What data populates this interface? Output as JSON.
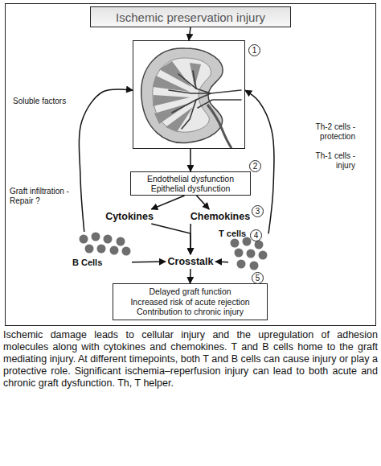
{
  "diagram": {
    "caption": "Ischemic damage leads to cellular injury and the upregulation of adhesion molecules along with cytokines and chemokines. T and B cells home to the graft mediating injury. At different timepoints, both T and B cells can cause injury or play a protective role. Significant ischemia–reperfusion injury can lead to both acute and chronic graft dysfunction. Th, T helper.",
    "nodes": [
      {
        "text": [
          "Ischemic preservation injury"
        ]
      },
      {
        "text": [
          "1"
        ]
      },
      {
        "text": [
          "Endothelial dysfunction",
          "Epithelial dysfunction"
        ]
      },
      {
        "text": [
          "Cytokines"
        ]
      },
      {
        "text": [
          "Chemokines"
        ]
      },
      {
        "text": [
          "B Cells"
        ]
      },
      {
        "text": [
          "Crosstalk"
        ]
      },
      {
        "text": [
          "T cells"
        ]
      },
      {
        "text": [
          "Delayed graft function",
          "Increased risk of acute rejection",
          "Contribution to chronic injury"
        ]
      }
    ],
    "edges": [
      {
        "from": 0,
        "to": 1,
        "arrow": "to"
      },
      {
        "from": 1,
        "to": 2,
        "arrow": "to"
      },
      {
        "from": 2,
        "to": 3,
        "arrow": "to"
      },
      {
        "from": 2,
        "to": 4,
        "arrow": "to"
      },
      {
        "from": 3,
        "to": 6,
        "arrow": "to"
      },
      {
        "from": 4,
        "to": 6,
        "arrow": "to"
      },
      {
        "from": 5,
        "to": 6,
        "arrow": "to"
      },
      {
        "from": 7,
        "to": 6,
        "arrow": "to"
      },
      {
        "from": 6,
        "to": 8,
        "arrow": "to"
      },
      {
        "from": 5,
        "to": 1,
        "label": "Soluble factors",
        "arrow": "to"
      },
      {
        "from": 7,
        "to": 1,
        "label": "Th-2 cells - protection",
        "arrow": "to"
      }
    ],
    "labels": [
      "2",
      "3",
      "4",
      "5",
      "Graft infiltration - Repair ?",
      "Th-1 cells - injury"
    ]
  }
}
